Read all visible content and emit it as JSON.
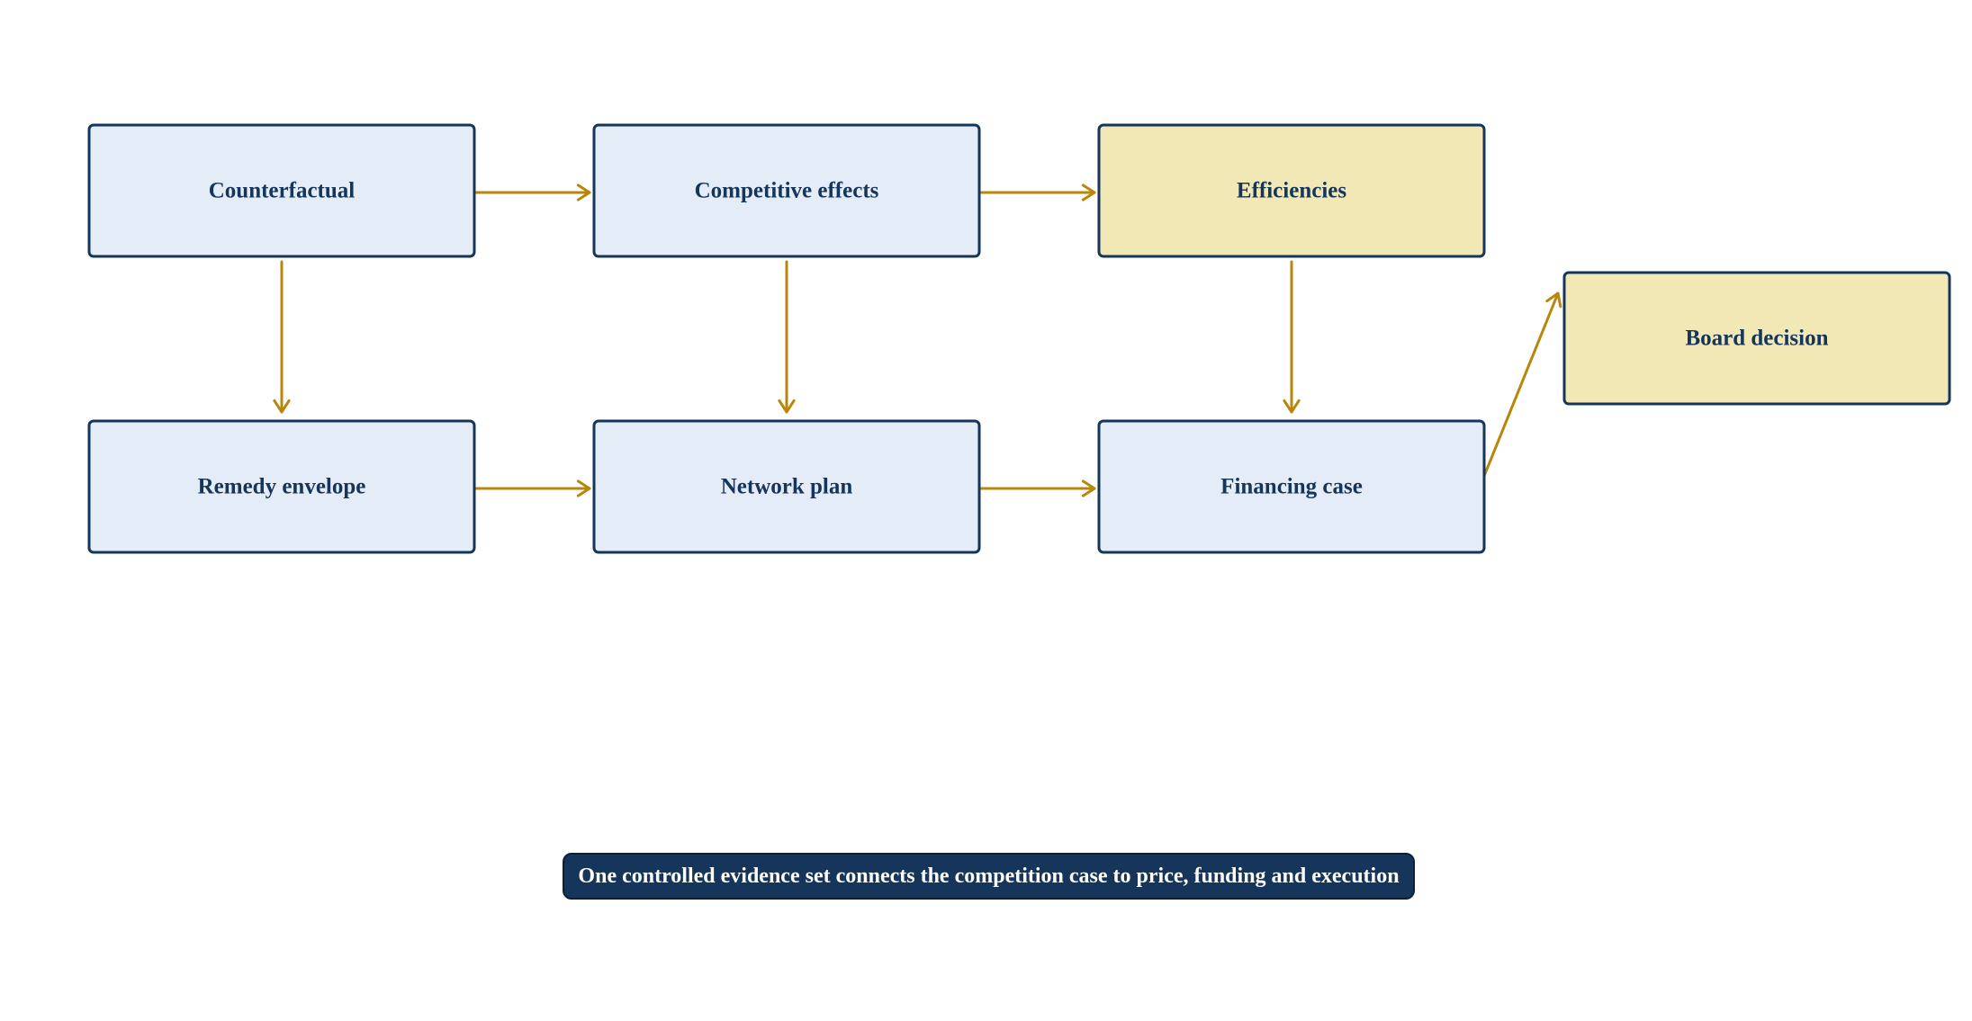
{
  "colors": {
    "primary_fill": "#e4edf7",
    "highlight_fill": "#f2e8b6",
    "border": "#15355a",
    "arrow": "#b8860b",
    "banner_fill": "#15355a",
    "banner_text": "#ffffff"
  },
  "nodes": [
    {
      "id": "counterfactual",
      "label": "Counterfactual",
      "style": "primary"
    },
    {
      "id": "competitive-effects",
      "label": "Competitive effects",
      "style": "primary"
    },
    {
      "id": "efficiencies",
      "label": "Efficiencies",
      "style": "highlight"
    },
    {
      "id": "board-decision",
      "label": "Board decision",
      "style": "highlight"
    },
    {
      "id": "remedy-envelope",
      "label": "Remedy envelope",
      "style": "primary"
    },
    {
      "id": "network-plan",
      "label": "Network plan",
      "style": "primary"
    },
    {
      "id": "financing-case",
      "label": "Financing case",
      "style": "primary"
    }
  ],
  "edges": [
    {
      "from": "counterfactual",
      "to": "competitive-effects"
    },
    {
      "from": "competitive-effects",
      "to": "efficiencies"
    },
    {
      "from": "counterfactual",
      "to": "remedy-envelope"
    },
    {
      "from": "competitive-effects",
      "to": "network-plan"
    },
    {
      "from": "efficiencies",
      "to": "financing-case"
    },
    {
      "from": "remedy-envelope",
      "to": "network-plan"
    },
    {
      "from": "network-plan",
      "to": "financing-case"
    },
    {
      "from": "financing-case",
      "to": "board-decision"
    }
  ],
  "banner": {
    "text": "One controlled evidence set connects the competition case to price, funding and execution"
  }
}
